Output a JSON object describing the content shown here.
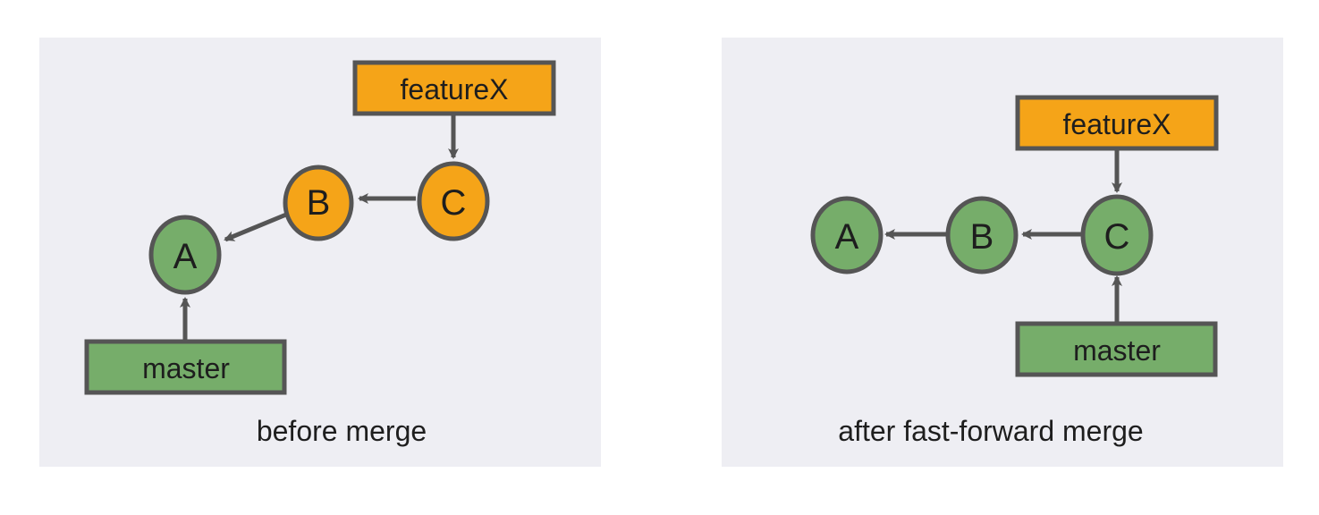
{
  "colors": {
    "panel_background": "#eeeef3",
    "commit_on_master": "#76ad6a",
    "commit_on_feature": "#f5a418",
    "branch_master": "#76ad6a",
    "branch_feature": "#f5a418",
    "outline": "#555555",
    "text": "#1e1e1e"
  },
  "panels": [
    {
      "id": "before",
      "caption": "before merge",
      "commits": [
        {
          "id": "A",
          "label": "A",
          "branch": "master"
        },
        {
          "id": "B",
          "label": "B",
          "branch": "featureX"
        },
        {
          "id": "C",
          "label": "C",
          "branch": "featureX"
        }
      ],
      "branches": [
        {
          "id": "featureX",
          "label": "featureX",
          "points_to": "C"
        },
        {
          "id": "master",
          "label": "master",
          "points_to": "A"
        }
      ],
      "parent_links": [
        {
          "from": "C",
          "to": "B"
        },
        {
          "from": "B",
          "to": "A"
        }
      ]
    },
    {
      "id": "after",
      "caption": "after fast-forward merge",
      "commits": [
        {
          "id": "A",
          "label": "A",
          "branch": "master"
        },
        {
          "id": "B",
          "label": "B",
          "branch": "master"
        },
        {
          "id": "C",
          "label": "C",
          "branch": "master"
        }
      ],
      "branches": [
        {
          "id": "featureX",
          "label": "featureX",
          "points_to": "C"
        },
        {
          "id": "master",
          "label": "master",
          "points_to": "C"
        }
      ],
      "parent_links": [
        {
          "from": "C",
          "to": "B"
        },
        {
          "from": "B",
          "to": "A"
        }
      ]
    }
  ]
}
